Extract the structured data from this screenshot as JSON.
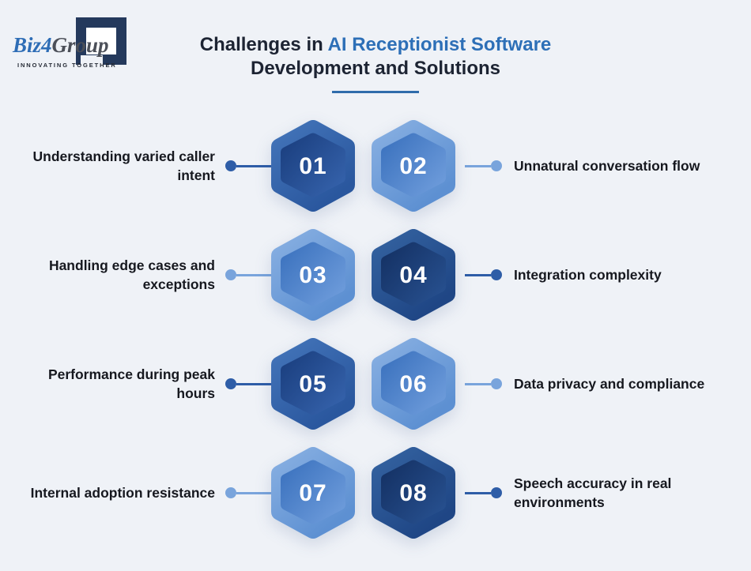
{
  "logo": {
    "brand_biz": "Biz",
    "brand_4": "4",
    "brand_group": "Group",
    "tagline": "INNOVATING TOGETHER"
  },
  "title": {
    "prefix": "Challenges in ",
    "highlight": "AI Receptionist Software",
    "line2": "Development and Solutions"
  },
  "palette": {
    "background": "#eff2f7",
    "title_text": "#1d2433",
    "title_highlight": "#2d6fb7",
    "label_text": "#16181f",
    "connector_dark": "#2e5da7",
    "connector_light": "#79a4dc",
    "hex_medium_dark_outer": [
      "#4273b8",
      "#2a579e"
    ],
    "hex_medium_dark_inner": [
      "#1d4283",
      "#3562ab"
    ],
    "hex_light_outer": [
      "#86aee1",
      "#5d90d2"
    ],
    "hex_light_inner": [
      "#4076c1",
      "#6e9cdb"
    ],
    "hex_deep_outer": [
      "#33619f",
      "#1f4685"
    ],
    "hex_deep_inner": [
      "#163468",
      "#27508f"
    ]
  },
  "items": [
    {
      "number": "01",
      "label": "Understanding varied caller intent",
      "side": "left",
      "tone": "medium-dark"
    },
    {
      "number": "02",
      "label": "Unnatural conversation flow",
      "side": "right",
      "tone": "light"
    },
    {
      "number": "03",
      "label": "Handling edge cases and exceptions",
      "side": "left",
      "tone": "light"
    },
    {
      "number": "04",
      "label": "Integration complexity",
      "side": "right",
      "tone": "deep"
    },
    {
      "number": "05",
      "label": "Performance during peak hours",
      "side": "left",
      "tone": "medium-dark"
    },
    {
      "number": "06",
      "label": "Data privacy and compliance",
      "side": "right",
      "tone": "light"
    },
    {
      "number": "07",
      "label": "Internal adoption resistance",
      "side": "left",
      "tone": "light"
    },
    {
      "number": "08",
      "label": "Speech accuracy in real environments",
      "side": "right",
      "tone": "deep"
    }
  ]
}
